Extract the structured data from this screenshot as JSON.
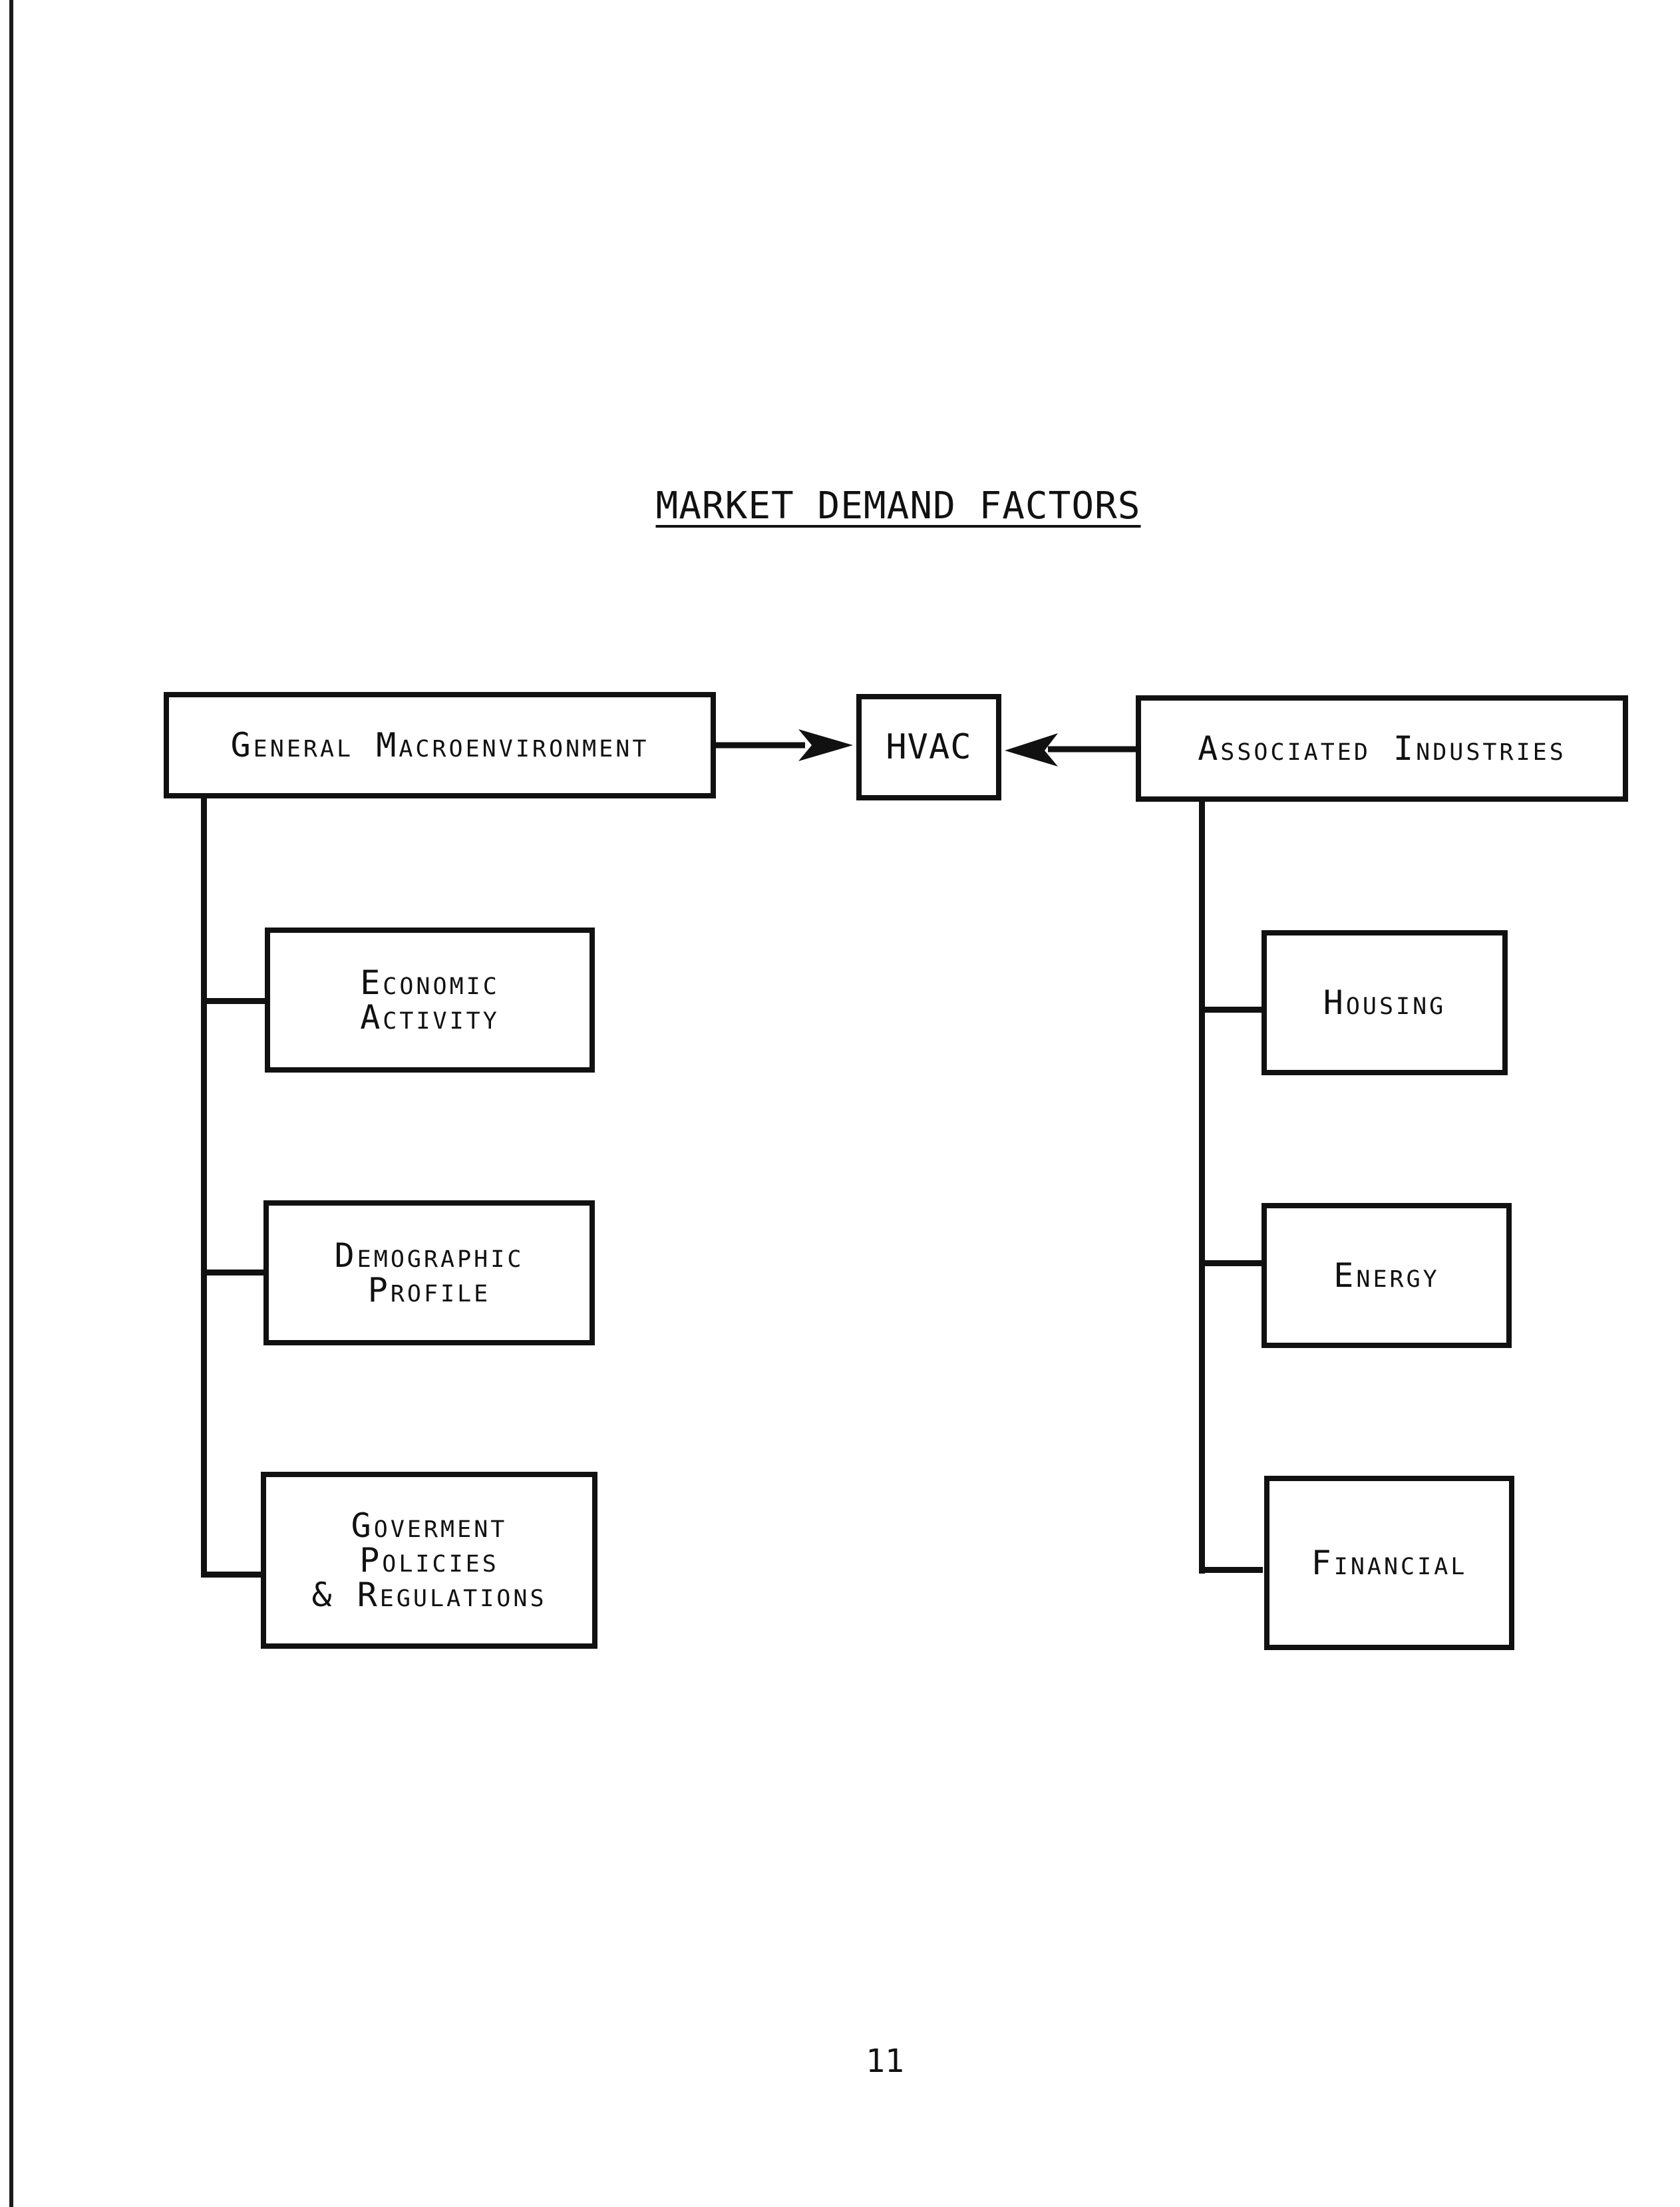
{
  "title": "MARKET DEMAND FACTORS",
  "center_node": "HVAC",
  "left_group": {
    "heading": "General Macroenvironment",
    "items": [
      {
        "lines": [
          "Economic",
          "Activity"
        ]
      },
      {
        "lines": [
          "Demographic",
          "Profile"
        ]
      },
      {
        "lines": [
          "Goverment",
          "Policies",
          "& Regulations"
        ]
      }
    ]
  },
  "right_group": {
    "heading": "Associated Industries",
    "items": [
      {
        "lines": [
          "Housing"
        ]
      },
      {
        "lines": [
          "Energy"
        ]
      },
      {
        "lines": [
          "Financial"
        ]
      }
    ]
  },
  "page_number": "11"
}
